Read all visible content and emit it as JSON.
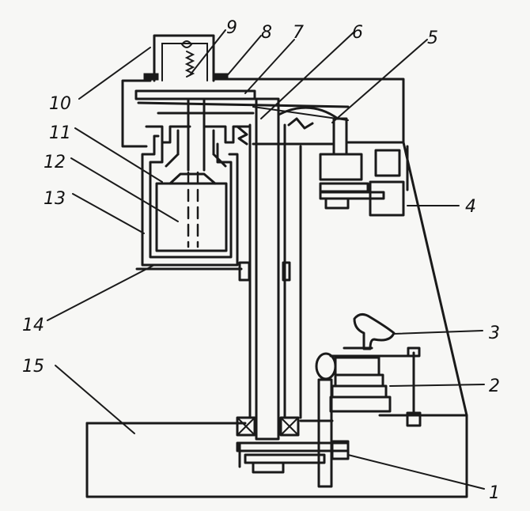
{
  "labels": {
    "l1": "1",
    "l2": "2",
    "l3": "3",
    "l4": "4",
    "l5": "5",
    "l6": "6",
    "l7": "7",
    "l8": "8",
    "l9": "9",
    "l10": "10",
    "l11": "11",
    "l12": "12",
    "l13": "13",
    "l14": "14",
    "l15": "15"
  },
  "colors": {
    "ink": "#1a1a1a",
    "paper": "#f7f7f5"
  }
}
